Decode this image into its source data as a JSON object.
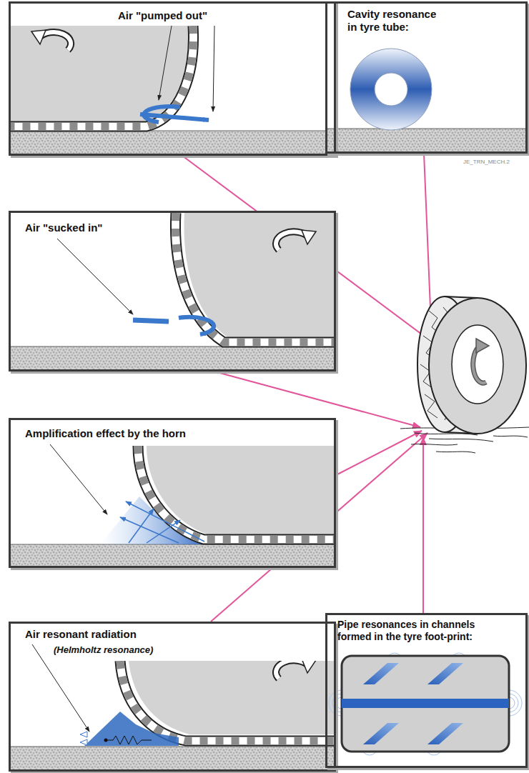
{
  "diagram": {
    "nodes": [
      {
        "text": [
          "Air \"pumped out\""
        ]
      },
      {
        "text": [
          "Cavity resonance in tyre tube:"
        ]
      },
      {
        "text": [
          "Air \"sucked in\""
        ]
      },
      {
        "text": [
          "Amplification effect by the horn"
        ]
      },
      {
        "text": [
          "Air resonant radiation",
          "(Helmholtz resonance)"
        ]
      },
      {
        "text": [
          "Pipe resonances in channels formed in the tyre foot-print:"
        ]
      }
    ],
    "labels": [
      "JE_TRN_MECH.2"
    ]
  }
}
